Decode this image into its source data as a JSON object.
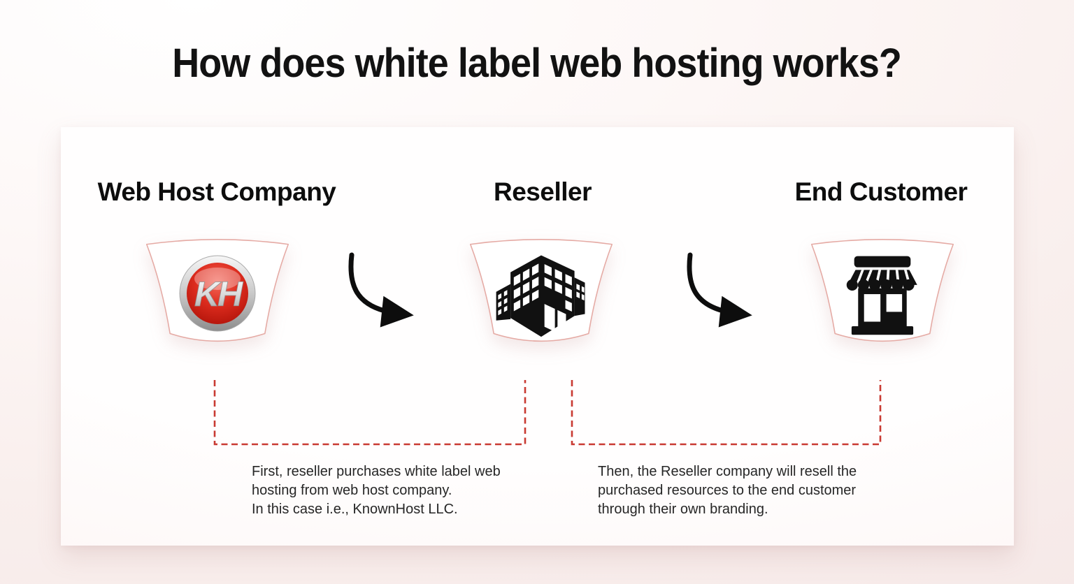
{
  "title": "How does white label web hosting works?",
  "entities": [
    {
      "label": "Web Host Company",
      "icon": "knownhost-kh-logo-icon"
    },
    {
      "label": "Reseller",
      "icon": "office-building-icon"
    },
    {
      "label": "End Customer",
      "icon": "storefront-icon"
    }
  ],
  "logo": {
    "text": "KH"
  },
  "paragraphs": [
    {
      "lines": [
        "First, reseller purchases white label web hosting from web host company.",
        "In this case i.e., KnownHost LLC."
      ]
    },
    {
      "lines": [
        "Then, the Reseller company will resell the purchased resources to the end customer through their own branding."
      ]
    }
  ],
  "colors": {
    "background_pink": "#f8edec",
    "card_white": "#fffdfd",
    "dashed_accent_red": "#c93a32",
    "badge_border_pink": "#e5aaa4",
    "icon_black": "#111111",
    "logo_red": "#d1281b",
    "title_black": "#121212"
  }
}
